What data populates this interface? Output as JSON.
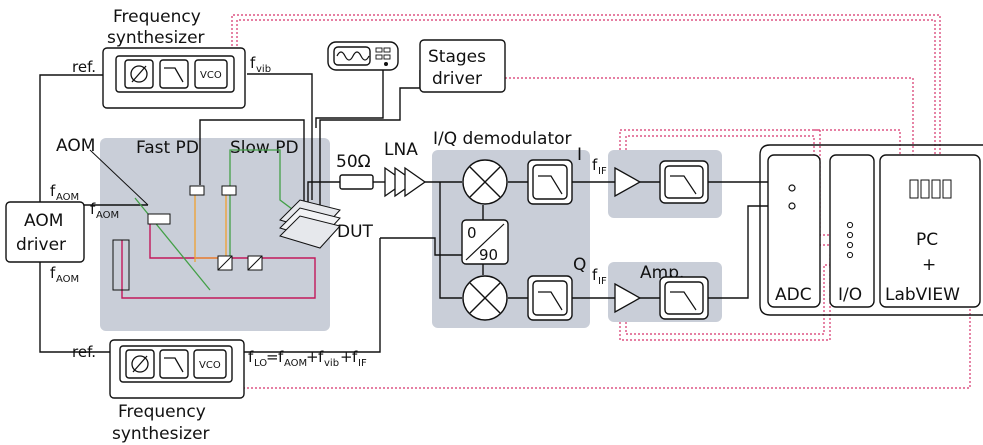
{
  "labels": {
    "freq_synth_top": [
      "Frequency",
      "synthesizer"
    ],
    "freq_synth_bottom": [
      "Frequency",
      "synthesizer"
    ],
    "ref_top": "ref.",
    "ref_bottom": "ref.",
    "f_vib": "f",
    "f_vib_sub": "vib",
    "vco_top": "VCO",
    "vco_bottom": "VCO",
    "stages_driver": [
      "Stages",
      "driver"
    ],
    "aom": "AOM",
    "aom_driver": [
      "AOM",
      "driver"
    ],
    "f_aom_top": "f",
    "f_aom_mid": "f",
    "f_aom_bottom": "f",
    "aom_sub": "AOM",
    "fast_pd": "Fast PD",
    "slow_pd": "Slow PD",
    "fifty_ohm": "50Ω",
    "lna": "LNA",
    "dut": "DUT",
    "iq_demod": "I/Q demodulator",
    "phase_0": "0",
    "phase_90": "90",
    "i_label": "I",
    "q_label": "Q",
    "f_if_i": "f",
    "f_if_q": "f",
    "if_sub": "IF",
    "amp": "Amp.",
    "adc": "ADC",
    "io": "I/O",
    "pc": "PC",
    "plus": "+",
    "labview": "LabVIEW",
    "f_lo_eq": {
      "f1": "f",
      "s1": "LO",
      "eq": "=",
      "f2": "f",
      "s2": "AOM",
      "p1": "+",
      "f3": "f",
      "s3": "vib",
      "p2": "+",
      "f4": "f",
      "s4": "IF"
    }
  },
  "colors": {
    "optics_panel": "#c9ced8",
    "control_dotted": "#d6336c",
    "laser_red": "#c2185b",
    "laser_green": "#43a047",
    "laser_orange": "#f0a030"
  }
}
